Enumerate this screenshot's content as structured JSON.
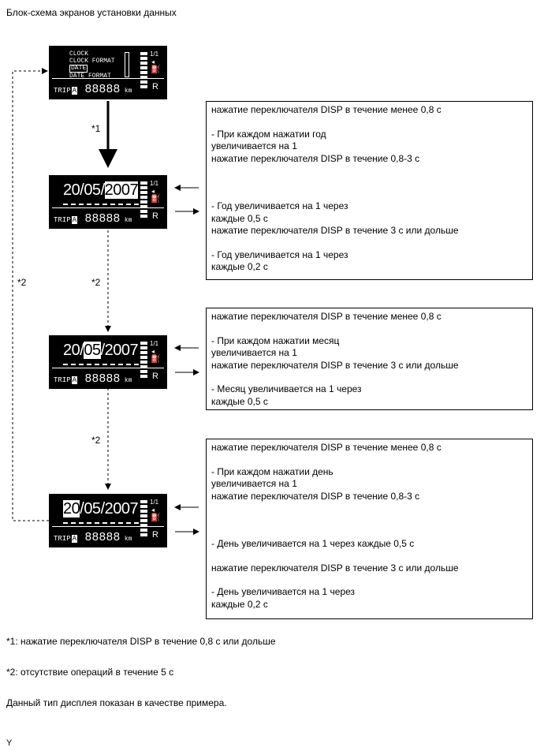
{
  "title": "Блок-схема экранов установки данных",
  "screens": {
    "menu": {
      "items": [
        "CLOCK",
        "CLOCK FORMAT",
        "DATE",
        "DATE FORMAT"
      ],
      "selected_item": "DATE",
      "trip_label": "TRIP",
      "trip_mode": "A",
      "odometer": "88888",
      "unit": "km",
      "gear": "R"
    },
    "year": {
      "day": "20",
      "sep1": "/",
      "month": "05",
      "sep2": "/",
      "year": "2007",
      "highlight": "year",
      "trip_label": "TRIP",
      "trip_mode": "A",
      "odometer": "88888",
      "unit": "km",
      "gear": "R"
    },
    "month": {
      "day": "20",
      "sep1": "/",
      "month": "05",
      "sep2": "/",
      "year": "2007",
      "highlight": "month",
      "trip_label": "TRIP",
      "trip_mode": "A",
      "odometer": "88888",
      "unit": "km",
      "gear": "R"
    },
    "day": {
      "day": "20",
      "sep1": "/",
      "month": "05",
      "sep2": "/",
      "year": "2007",
      "highlight": "day",
      "trip_label": "TRIP",
      "trip_mode": "A",
      "odometer": "88888",
      "unit": "km",
      "gear": "R"
    }
  },
  "transition_labels": {
    "menu_to_year": "*1",
    "year_to_month": "*2",
    "month_to_day": "*2",
    "return_to_menu": "*2"
  },
  "boxes": {
    "year": [
      "нажатие переключателя DISP в течение менее 0,8 с",
      "",
      "- При каждом нажатии год",
      "увеличивается на 1",
      "нажатие переключателя DISP в течение 0,8-3 с",
      "",
      "",
      "",
      "- Год увеличивается на 1 через",
      "каждые 0,5 с",
      "нажатие переключателя DISP в течение 3 с или дольше",
      "",
      "- Год увеличивается на 1 через",
      "каждые 0,2 с"
    ],
    "month": [
      "нажатие переключателя DISP в течение менее 0,8 с",
      "",
      "- При каждом нажатии месяц",
      "увеличивается на 1",
      "нажатие переключателя DISP в течение 3 с или дольше",
      "",
      "- Месяц увеличивается на 1 через",
      "каждые 0,5 с"
    ],
    "day": [
      "нажатие переключателя DISP в течение менее 0,8 с",
      "",
      "- При каждом нажатии день",
      "увеличивается на 1",
      "нажатие переключателя DISP в течение 0,8-3 с",
      "",
      "",
      "",
      "- День увеличивается на 1 через каждые 0,5 с",
      "",
      "нажатие переключателя DISP в течение 3 с или дольше",
      "",
      "- День увеличивается на 1 через",
      "каждые 0,2 с"
    ]
  },
  "notes": {
    "note1": "*1: нажатие переключателя DISP в течение 0,8 с или дольше",
    "note2": "*2: отсутствие операций в течение 5 с",
    "note3": "Данный тип дисплея показан в качестве примера."
  },
  "figure_code": "Y"
}
